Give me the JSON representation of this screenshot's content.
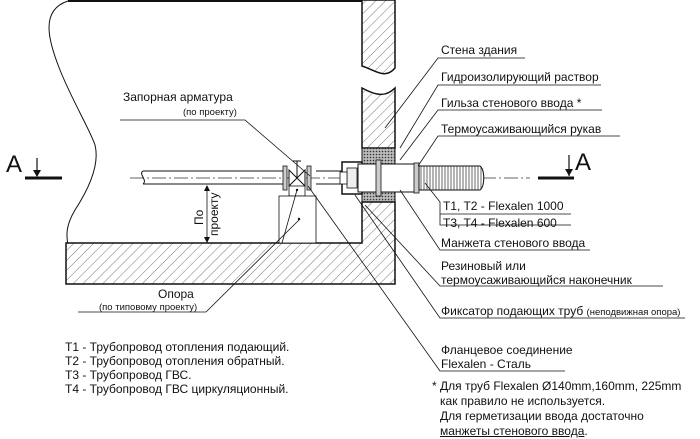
{
  "section_marker": {
    "left_label": "A",
    "right_label": "A"
  },
  "callouts": {
    "wall": "Стена здания",
    "waterproofing": "Гидроизолирующий раствор",
    "sleeve": "Гильза стенового ввода *",
    "heat_shrink_sleeve": "Термоусаживающийся рукав",
    "pipe_t1_t2": "T1, T2 - Flexalen 1000",
    "pipe_t3_t4": "T3, T4 - Flexalen 600",
    "wall_cuff": "Манжета стенового ввода",
    "end_cap_line1": "Резиновый или",
    "end_cap_line2": "термоусаживающийся наконечник",
    "fixator_main": "Фиксатор подающих труб",
    "fixator_note": "(неподвижная опора)",
    "flange_line1": "Фланцевое соединение",
    "flange_line2": "Flexalen - Сталь",
    "valve_main": "Запорная арматура",
    "valve_note": "(по проекту)",
    "support_main": "Опора",
    "support_note": "(по типовому проекту)",
    "height_line1": "По",
    "height_line2": "проекту"
  },
  "legend": [
    "T1 - Трубопровод отопления подающий.",
    "T2 - Трубопровод отопления обратный.",
    "T3 - Трубопровод ГВС.",
    "T4 - Трубопровод ГВС циркуляционный."
  ],
  "footnote": {
    "line1": "* Для труб Flexalen Ø140mm,160mm, 225mm",
    "line2": "как правило не используется.",
    "line3": "Для герметизации ввода достаточно",
    "line4_link": "манжеты стенового ввода",
    "line4_end": "."
  }
}
